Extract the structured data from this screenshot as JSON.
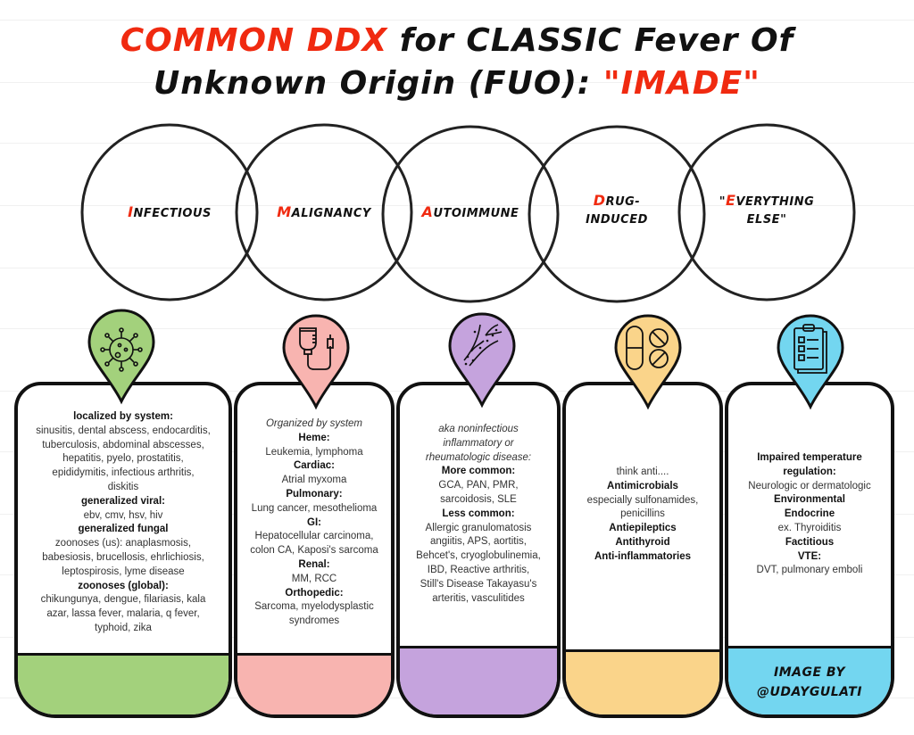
{
  "title": {
    "line1_red": "COMMON DDX",
    "line1_black": " for CLASSIC Fever Of",
    "line2_black": "Unknown Origin (FUO): ",
    "line2_red": "\"IMADE\""
  },
  "colors": {
    "accent_red": "#f02a10",
    "infectious": "#a3d17c",
    "malignancy": "#f8b4b0",
    "autoimmune": "#c5a3dd",
    "drug_induced": "#fad48a",
    "everything_else": "#73d6f0"
  },
  "categories": [
    {
      "initial": "I",
      "rest": "nfectious",
      "icon": "virus-icon",
      "lines": [
        {
          "type": "h",
          "text": "localized by system:"
        },
        {
          "type": "t",
          "text": "sinusitis, dental abscess, endocarditis,"
        },
        {
          "type": "t",
          "text": "tuberculosis, abdominal abscesses,"
        },
        {
          "type": "t",
          "text": "hepatitis, pyelo, prostatitis,"
        },
        {
          "type": "t",
          "text": "epididymitis, infectious arthritis,"
        },
        {
          "type": "t",
          "text": "diskitis"
        },
        {
          "type": "h",
          "text": "generalized viral:"
        },
        {
          "type": "t",
          "text": "ebv, cmv, hsv, hiv"
        },
        {
          "type": "h",
          "text": "generalized fungal"
        },
        {
          "type": "t",
          "text": "zoonoses (us): anaplasmosis,"
        },
        {
          "type": "t",
          "text": "babesiosis, brucellosis, ehrlichiosis,"
        },
        {
          "type": "t",
          "text": "leptospirosis, lyme disease"
        },
        {
          "type": "h",
          "text": "zoonoses (global):"
        },
        {
          "type": "t",
          "text": "chikungunya, dengue, filariasis, kala"
        },
        {
          "type": "t",
          "text": "azar, lassa fever, malaria, q fever,"
        },
        {
          "type": "t",
          "text": "typhoid, zika"
        }
      ]
    },
    {
      "initial": "M",
      "rest": "alignancy",
      "icon": "iv-bag-icon",
      "lines": [
        {
          "type": "i",
          "text": "Organized by system"
        },
        {
          "type": "h",
          "text": "Heme:"
        },
        {
          "type": "t",
          "text": "Leukemia, lymphoma"
        },
        {
          "type": "h",
          "text": "Cardiac:"
        },
        {
          "type": "t",
          "text": "Atrial myxoma"
        },
        {
          "type": "h",
          "text": "Pulmonary:"
        },
        {
          "type": "t",
          "text": "Lung cancer, mesothelioma"
        },
        {
          "type": "h",
          "text": "GI:"
        },
        {
          "type": "t",
          "text": "Hepatocellular carcinoma,"
        },
        {
          "type": "t",
          "text": "colon CA, Kaposi's sarcoma"
        },
        {
          "type": "h",
          "text": "Renal:"
        },
        {
          "type": "t",
          "text": "MM, RCC"
        },
        {
          "type": "h",
          "text": "Orthopedic:"
        },
        {
          "type": "t",
          "text": "Sarcoma, myelodysplastic"
        },
        {
          "type": "t",
          "text": "syndromes"
        }
      ]
    },
    {
      "initial": "A",
      "rest": "utoimmune",
      "icon": "inflamed-vessel-icon",
      "lines": [
        {
          "type": "i",
          "text": "aka noninfectious"
        },
        {
          "type": "i",
          "text": "inflammatory or"
        },
        {
          "type": "i",
          "text": "rheumatologic disease:"
        },
        {
          "type": "h",
          "text": "More common:"
        },
        {
          "type": "t",
          "text": "GCA, PAN, PMR,"
        },
        {
          "type": "t",
          "text": "sarcoidosis, SLE"
        },
        {
          "type": "h",
          "text": "Less common:"
        },
        {
          "type": "t",
          "text": "Allergic granulomatosis"
        },
        {
          "type": "t",
          "text": "angiitis, APS, aortitis,"
        },
        {
          "type": "t",
          "text": "Behcet's, cryoglobulinemia,"
        },
        {
          "type": "t",
          "text": "IBD, Reactive arthritis,"
        },
        {
          "type": "t",
          "text": "Still's Disease Takayasu's"
        },
        {
          "type": "t",
          "text": "arteritis, vasculitides"
        }
      ]
    },
    {
      "initial": "D",
      "rest": "rug-",
      "rest2": "Induced",
      "icon": "pills-icon",
      "lines": [
        {
          "type": "t",
          "text": "think anti...."
        },
        {
          "type": "h",
          "text": "Antimicrobials"
        },
        {
          "type": "t",
          "text": "especially sulfonamides,"
        },
        {
          "type": "t",
          "text": "penicillins"
        },
        {
          "type": "h",
          "text": "Antiepileptics"
        },
        {
          "type": "h",
          "text": "Antithyroid"
        },
        {
          "type": "h",
          "text": "Anti-inflammatories"
        }
      ]
    },
    {
      "prefix": "\"",
      "initial": "E",
      "rest": "verything",
      "rest2": "Else\"",
      "icon": "clipboard-checklist-icon",
      "lines": [
        {
          "type": "h",
          "text": "Impaired temperature"
        },
        {
          "type": "h",
          "text": "regulation:"
        },
        {
          "type": "t",
          "text": "Neurologic or dermatologic"
        },
        {
          "type": "h",
          "text": "Environmental"
        },
        {
          "type": "h",
          "text": "Endocrine"
        },
        {
          "type": "t",
          "text": "ex. Thyroiditis"
        },
        {
          "type": "h",
          "text": "Factitious"
        },
        {
          "type": "h",
          "text": "VTE:"
        },
        {
          "type": "t",
          "text": "DVT, pulmonary emboli"
        }
      ],
      "credit_line1": "Image by",
      "credit_line2": "@udaygulati"
    }
  ]
}
